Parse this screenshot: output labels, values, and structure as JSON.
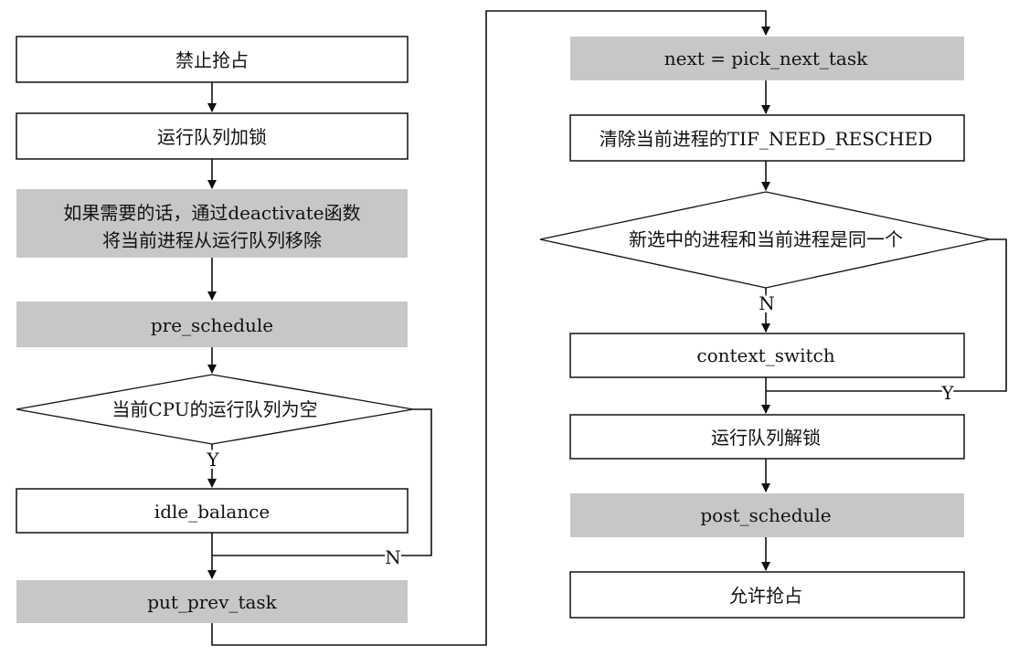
{
  "steps": {
    "disable_preempt": "禁止抢占",
    "rq_lock": "运行队列加锁",
    "deactivate_line1": "如果需要的话，通过deactivate函数",
    "deactivate_line2": "将当前进程从运行队列移除",
    "pre_schedule": "pre_schedule",
    "rq_empty_decision": "当前CPU的运行队列为空",
    "idle_balance": "idle_balance",
    "put_prev_task": "put_prev_task",
    "pick_next_task": "next = pick_next_task",
    "clear_resched": "清除当前进程的TIF_NEED_RESCHED",
    "same_process_decision": "新选中的进程和当前进程是同一个",
    "context_switch": "context_switch",
    "rq_unlock": "运行队列解锁",
    "post_schedule": "post_schedule",
    "enable_preempt": "允许抢占"
  },
  "labels": {
    "yes": "Y",
    "no": "N"
  },
  "style": {
    "gray_fill": "#c7c7c7",
    "line_color": "#111111"
  }
}
